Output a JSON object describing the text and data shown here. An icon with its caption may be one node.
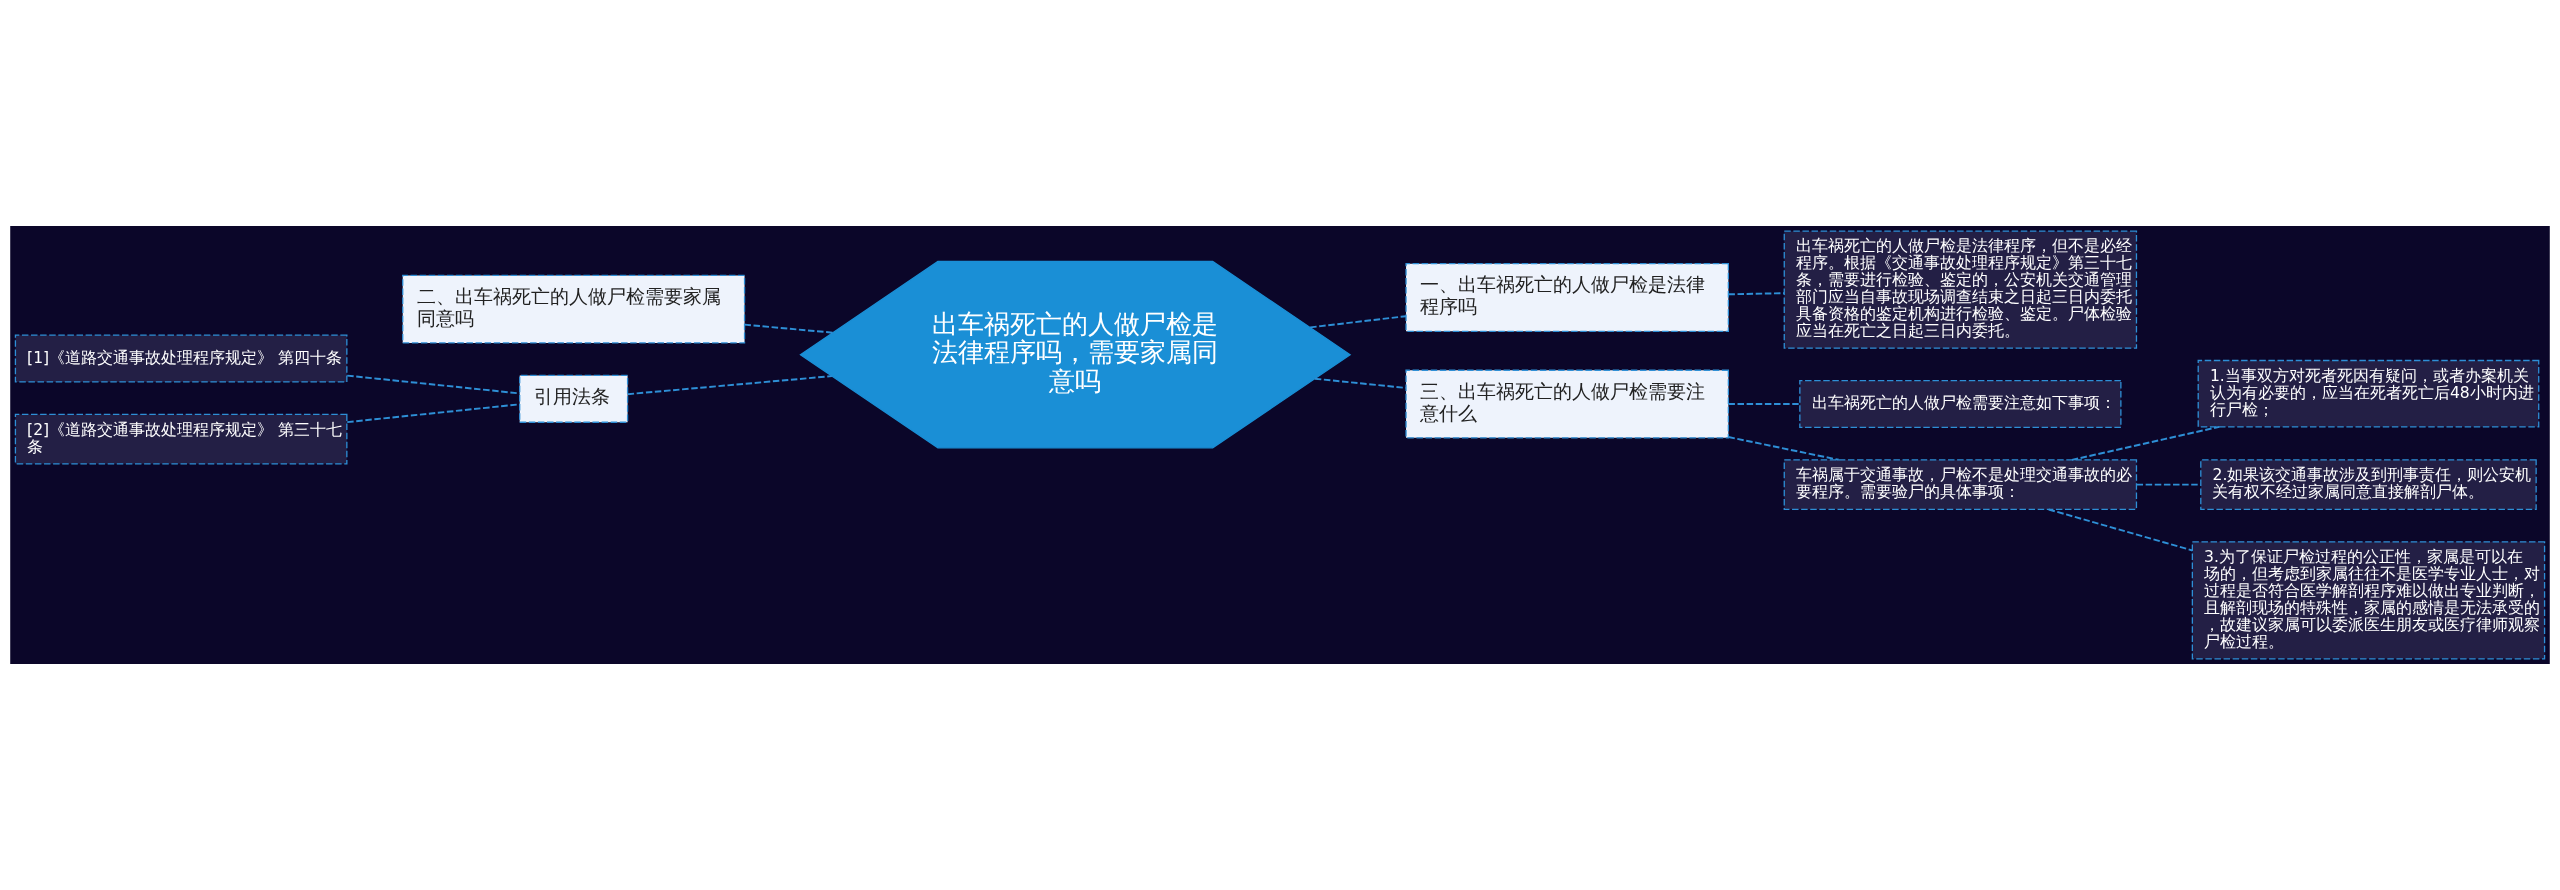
{
  "diagram": {
    "nodes": [
      {
        "text": [
          "出车祸死亡的人做尸检是法律程序吗，需要家属同意吗"
        ]
      },
      {
        "text": [
          "一、出车祸死亡的人做尸检是法律程序吗"
        ]
      },
      {
        "text": [
          "出车祸死亡的人做尸检是法律程序，但不是必经程序。根据《交通事故处理程序规定》第三十七条，需要进行检验、鉴定的，公安机关交通管理部门应当自事故现场调查结束之日起三日内委托具备资格的鉴定机构进行检验、鉴定。尸体检验应当在死亡之日起三日内委托。"
        ]
      },
      {
        "text": [
          "三、出车祸死亡的人做尸检需要注意什么"
        ]
      },
      {
        "text": [
          "出车祸死亡的人做尸检需要注意如下事项："
        ]
      },
      {
        "text": [
          "车祸属于交通事故，尸检不是处理交通事故的必要程序。需要验尸的具体事项："
        ]
      },
      {
        "text": [
          "1.当事双方对死者死因有疑问，或者办案机关认为有必要的，应当在死者死亡后48小时内进行尸检；"
        ]
      },
      {
        "text": [
          "2.如果该交通事故涉及到刑事责任，则公安机关有权不经过家属同意直接解剖尸体。"
        ]
      },
      {
        "text": [
          "3.为了保证尸检过程的公正性，家属是可以在场的，但考虑到家属往往不是医学专业人士，对过程是否符合医学解剖程序难以做出专业判断，且解剖现场的特殊性，家属的感情是无法承受的，故建议家属可以委派医生朋友或医疗律师观察尸检过程。"
        ]
      },
      {
        "text": [
          "二、出车祸死亡的人做尸检需要家属同意吗"
        ]
      },
      {
        "text": [
          "引用法条"
        ]
      },
      {
        "text": [
          "[1]《道路交通事故处理程序规定》 第四十条"
        ]
      },
      {
        "text": [
          "[2]《道路交通事故处理程序规定》 第三十七条"
        ]
      }
    ],
    "edges": [
      {
        "from": 0,
        "to": 1,
        "arrow": "none",
        "style": "dashed"
      },
      {
        "from": 1,
        "to": 2,
        "arrow": "none",
        "style": "dashed"
      },
      {
        "from": 0,
        "to": 3,
        "arrow": "none",
        "style": "dashed"
      },
      {
        "from": 3,
        "to": 4,
        "arrow": "none",
        "style": "dashed"
      },
      {
        "from": 3,
        "to": 5,
        "arrow": "none",
        "style": "dashed"
      },
      {
        "from": 5,
        "to": 6,
        "arrow": "none",
        "style": "dashed"
      },
      {
        "from": 5,
        "to": 7,
        "arrow": "none",
        "style": "dashed"
      },
      {
        "from": 5,
        "to": 8,
        "arrow": "none",
        "style": "dashed"
      },
      {
        "from": 0,
        "to": 9,
        "arrow": "none",
        "style": "dashed"
      },
      {
        "from": 0,
        "to": 10,
        "arrow": "none",
        "style": "dashed"
      },
      {
        "from": 10,
        "to": 11,
        "arrow": "none",
        "style": "dashed"
      },
      {
        "from": 10,
        "to": 12,
        "arrow": "none",
        "style": "dashed"
      }
    ]
  }
}
